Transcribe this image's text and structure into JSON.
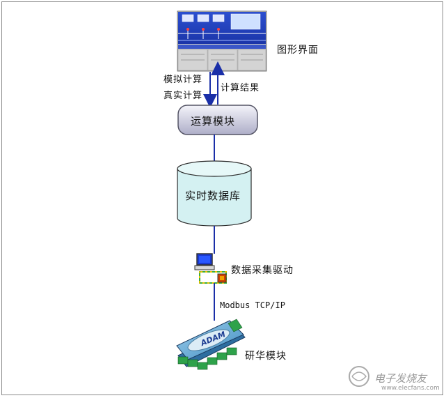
{
  "labels": {
    "gui": "图形界面",
    "sim_calc": "模拟计算",
    "real_calc": "真实计算",
    "calc_result": "计算结果",
    "compute_module": "运算模块",
    "realtime_db": "实时数据库",
    "acq_driver": "数据采集驱动",
    "protocol": "Modbus TCP/IP",
    "device_module": "研华模块"
  },
  "device_brand": "ADAM",
  "watermark": {
    "text": "电子发烧友",
    "site": "www.elecfans.com"
  },
  "colors": {
    "link_line": "#1a2fa8",
    "module_fill_top": "#eeeef6",
    "module_fill_bottom": "#b8b8d0",
    "db_fill": "#d4f1f2",
    "device_fill": "#68b0d8"
  }
}
